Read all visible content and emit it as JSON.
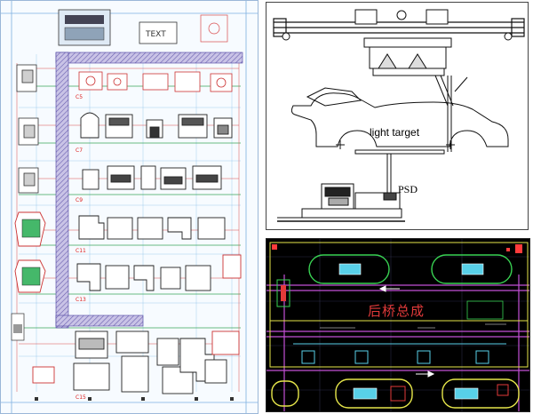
{
  "layout_panel": {
    "header_box_label": "TEXT",
    "station_tags": [
      "C5",
      "C7",
      "C9",
      "C11",
      "C13",
      "C15"
    ]
  },
  "rig_panel": {
    "light_target_label": "light target",
    "psd_label": "PSD"
  },
  "cad_panel": {
    "center_label": "后桥总成",
    "colors": {
      "green": "#39d353",
      "yellow": "#e6e64a",
      "magenta": "#c34fd6",
      "cyan": "#58d0e8",
      "red": "#ff3b3b",
      "white": "#ffffff"
    }
  }
}
